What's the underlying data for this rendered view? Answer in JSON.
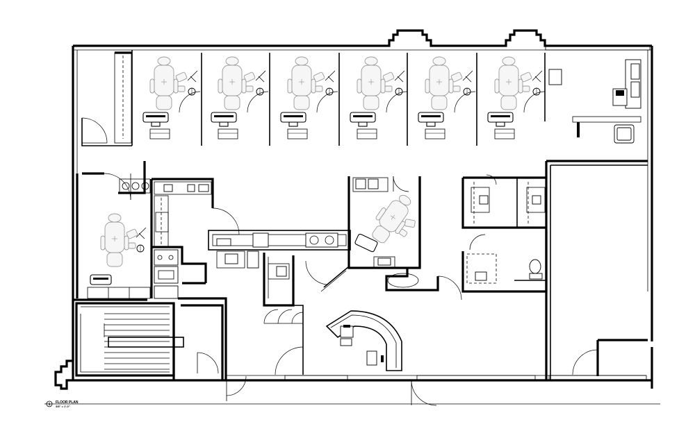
{
  "title_block": {
    "marker_number": "1",
    "title": "FLOOR PLAN",
    "scale": "3/8\" = 1'-0\""
  }
}
